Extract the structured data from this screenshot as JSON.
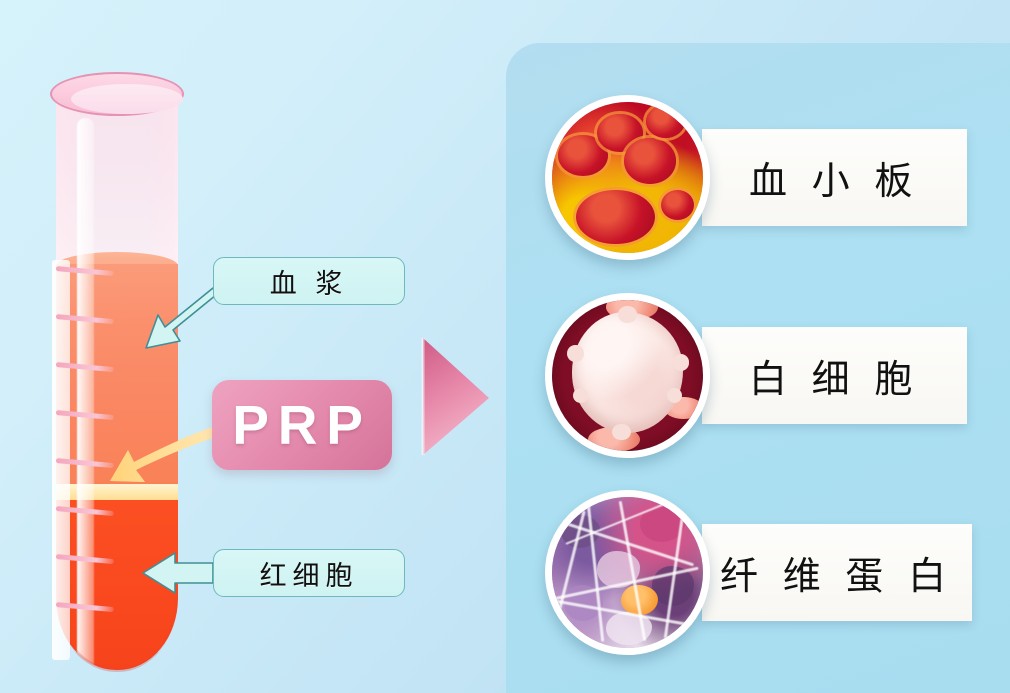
{
  "background": {
    "gradient_from": "#d6f2fb",
    "gradient_to": "#b9ddf2",
    "panel_color": "#ace0f2"
  },
  "tube": {
    "name": "blood-collection-tube",
    "layers": [
      {
        "key": "plasma",
        "color": "#fb8f6c",
        "label": "血浆"
      },
      {
        "key": "buffy",
        "color": "#ffe9ae",
        "label": "PRP"
      },
      {
        "key": "red_cells",
        "color": "#fa4a1f",
        "label": "红细胞"
      }
    ],
    "graduation_mark_count": 8
  },
  "callouts": [
    {
      "id": "plasma",
      "text": "血  浆",
      "fill": "#d2f5f4",
      "border": "#6fb8bd",
      "arrow": "diagonal-down-left"
    },
    {
      "id": "red_cells",
      "text": "红细胞",
      "fill": "#d2f5f4",
      "border": "#6fb8bd",
      "arrow": "left"
    }
  ],
  "prp_badge": {
    "text": "PRP",
    "background": "#e18cae",
    "text_color": "#ffffff",
    "pointer_arrow_color": "#ffd98a"
  },
  "divider_arrow": {
    "name": "pink-triangle-arrow",
    "direction": "right",
    "color_top": "#d9628c",
    "color_bottom": "#f0a8bf"
  },
  "components": [
    {
      "id": "platelet",
      "label": "血 小 板",
      "image_alt": "red-blood-cells-microscopy",
      "palette": [
        "#b3001f",
        "#c81028",
        "#e8442f",
        "#f2b705"
      ]
    },
    {
      "id": "leukocyte",
      "label": "白 细 胞",
      "image_alt": "white-blood-cell-microscopy",
      "palette": [
        "#7e0d25",
        "#fbe7e3",
        "#f08c79"
      ]
    },
    {
      "id": "fibrin",
      "label": "纤 维 蛋 白",
      "image_alt": "fibrin-mesh-microscopy",
      "palette": [
        "#9c6aa8",
        "#c9a9d4",
        "#b46b9a",
        "#f79a33"
      ]
    }
  ]
}
